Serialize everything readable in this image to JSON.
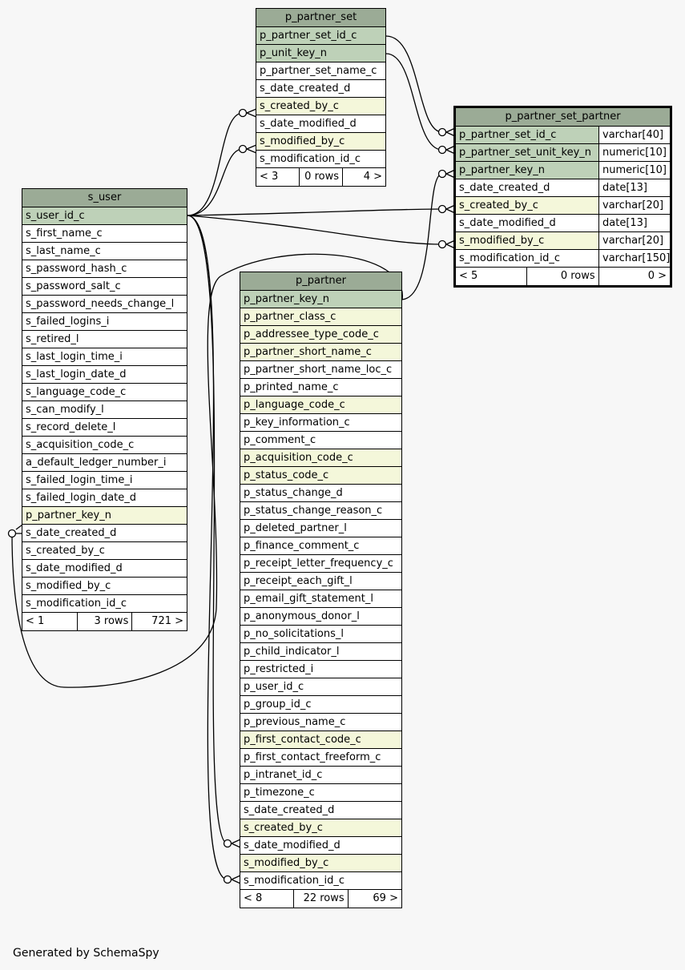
{
  "footer": "Generated by SchemaSpy",
  "tables": {
    "p_partner_set": {
      "title": "p_partner_set",
      "columns": [
        {
          "name": "p_partner_set_id_c",
          "kind": "pk"
        },
        {
          "name": "p_unit_key_n",
          "kind": "pk"
        },
        {
          "name": "p_partner_set_name_c",
          "kind": "plain"
        },
        {
          "name": "s_date_created_d",
          "kind": "plain"
        },
        {
          "name": "s_created_by_c",
          "kind": "fk"
        },
        {
          "name": "s_date_modified_d",
          "kind": "plain"
        },
        {
          "name": "s_modified_by_c",
          "kind": "fk"
        },
        {
          "name": "s_modification_id_c",
          "kind": "plain"
        }
      ],
      "footer": [
        "< 3",
        "0 rows",
        "4 >"
      ]
    },
    "p_partner_set_partner": {
      "title": "p_partner_set_partner",
      "columns": [
        {
          "name": "p_partner_set_id_c",
          "type": "varchar[40]",
          "kind": "pk"
        },
        {
          "name": "p_partner_set_unit_key_n",
          "type": "numeric[10]",
          "kind": "pk"
        },
        {
          "name": "p_partner_key_n",
          "type": "numeric[10]",
          "kind": "pk"
        },
        {
          "name": "s_date_created_d",
          "type": "date[13]",
          "kind": "plain"
        },
        {
          "name": "s_created_by_c",
          "type": "varchar[20]",
          "kind": "fk"
        },
        {
          "name": "s_date_modified_d",
          "type": "date[13]",
          "kind": "plain"
        },
        {
          "name": "s_modified_by_c",
          "type": "varchar[20]",
          "kind": "fk"
        },
        {
          "name": "s_modification_id_c",
          "type": "varchar[150]",
          "kind": "plain"
        }
      ],
      "footer": [
        "< 5",
        "0 rows",
        "0 >"
      ]
    },
    "s_user": {
      "title": "s_user",
      "columns": [
        {
          "name": "s_user_id_c",
          "kind": "pk"
        },
        {
          "name": "s_first_name_c",
          "kind": "plain"
        },
        {
          "name": "s_last_name_c",
          "kind": "plain"
        },
        {
          "name": "s_password_hash_c",
          "kind": "plain"
        },
        {
          "name": "s_password_salt_c",
          "kind": "plain"
        },
        {
          "name": "s_password_needs_change_l",
          "kind": "plain"
        },
        {
          "name": "s_failed_logins_i",
          "kind": "plain"
        },
        {
          "name": "s_retired_l",
          "kind": "plain"
        },
        {
          "name": "s_last_login_time_i",
          "kind": "plain"
        },
        {
          "name": "s_last_login_date_d",
          "kind": "plain"
        },
        {
          "name": "s_language_code_c",
          "kind": "plain"
        },
        {
          "name": "s_can_modify_l",
          "kind": "plain"
        },
        {
          "name": "s_record_delete_l",
          "kind": "plain"
        },
        {
          "name": "s_acquisition_code_c",
          "kind": "plain"
        },
        {
          "name": "a_default_ledger_number_i",
          "kind": "plain"
        },
        {
          "name": "s_failed_login_time_i",
          "kind": "plain"
        },
        {
          "name": "s_failed_login_date_d",
          "kind": "plain"
        },
        {
          "name": "p_partner_key_n",
          "kind": "fk"
        },
        {
          "name": "s_date_created_d",
          "kind": "plain"
        },
        {
          "name": "s_created_by_c",
          "kind": "plain"
        },
        {
          "name": "s_date_modified_d",
          "kind": "plain"
        },
        {
          "name": "s_modified_by_c",
          "kind": "plain"
        },
        {
          "name": "s_modification_id_c",
          "kind": "plain"
        }
      ],
      "footer": [
        "< 1",
        "3 rows",
        "721 >"
      ]
    },
    "p_partner": {
      "title": "p_partner",
      "columns": [
        {
          "name": "p_partner_key_n",
          "kind": "pk"
        },
        {
          "name": "p_partner_class_c",
          "kind": "fk"
        },
        {
          "name": "p_addressee_type_code_c",
          "kind": "fk"
        },
        {
          "name": "p_partner_short_name_c",
          "kind": "fk"
        },
        {
          "name": "p_partner_short_name_loc_c",
          "kind": "plain"
        },
        {
          "name": "p_printed_name_c",
          "kind": "plain"
        },
        {
          "name": "p_language_code_c",
          "kind": "fk"
        },
        {
          "name": "p_key_information_c",
          "kind": "plain"
        },
        {
          "name": "p_comment_c",
          "kind": "plain"
        },
        {
          "name": "p_acquisition_code_c",
          "kind": "fk"
        },
        {
          "name": "p_status_code_c",
          "kind": "fk"
        },
        {
          "name": "p_status_change_d",
          "kind": "plain"
        },
        {
          "name": "p_status_change_reason_c",
          "kind": "plain"
        },
        {
          "name": "p_deleted_partner_l",
          "kind": "plain"
        },
        {
          "name": "p_finance_comment_c",
          "kind": "plain"
        },
        {
          "name": "p_receipt_letter_frequency_c",
          "kind": "plain"
        },
        {
          "name": "p_receipt_each_gift_l",
          "kind": "plain"
        },
        {
          "name": "p_email_gift_statement_l",
          "kind": "plain"
        },
        {
          "name": "p_anonymous_donor_l",
          "kind": "plain"
        },
        {
          "name": "p_no_solicitations_l",
          "kind": "plain"
        },
        {
          "name": "p_child_indicator_l",
          "kind": "plain"
        },
        {
          "name": "p_restricted_i",
          "kind": "plain"
        },
        {
          "name": "p_user_id_c",
          "kind": "plain"
        },
        {
          "name": "p_group_id_c",
          "kind": "plain"
        },
        {
          "name": "p_previous_name_c",
          "kind": "plain"
        },
        {
          "name": "p_first_contact_code_c",
          "kind": "fk"
        },
        {
          "name": "p_first_contact_freeform_c",
          "kind": "plain"
        },
        {
          "name": "p_intranet_id_c",
          "kind": "plain"
        },
        {
          "name": "p_timezone_c",
          "kind": "plain"
        },
        {
          "name": "s_date_created_d",
          "kind": "plain"
        },
        {
          "name": "s_created_by_c",
          "kind": "fk"
        },
        {
          "name": "s_date_modified_d",
          "kind": "plain"
        },
        {
          "name": "s_modified_by_c",
          "kind": "fk"
        },
        {
          "name": "s_modification_id_c",
          "kind": "plain"
        }
      ],
      "footer": [
        "< 8",
        "22 rows",
        "69 >"
      ]
    }
  }
}
